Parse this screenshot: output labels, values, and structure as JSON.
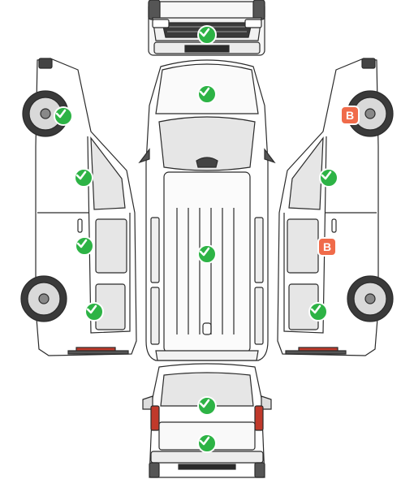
{
  "colors": {
    "ok": "#2db345",
    "damage": "#f06b4a",
    "outline": "#2b2b2b",
    "glass": "#e6e6e6",
    "taillight": "#c0392b"
  },
  "damage_label": "B",
  "markers": [
    {
      "id": "front-bumper",
      "status": "ok"
    },
    {
      "id": "left-front-wheel",
      "status": "ok"
    },
    {
      "id": "left-front-door",
      "status": "ok"
    },
    {
      "id": "left-sliding-door",
      "status": "ok"
    },
    {
      "id": "left-rear-panel",
      "status": "ok"
    },
    {
      "id": "roof-hood",
      "status": "ok"
    },
    {
      "id": "roof-center",
      "status": "ok"
    },
    {
      "id": "right-front-wheel",
      "status": "damage"
    },
    {
      "id": "right-front-door",
      "status": "ok"
    },
    {
      "id": "right-sliding-door",
      "status": "damage"
    },
    {
      "id": "right-rear-panel",
      "status": "ok"
    },
    {
      "id": "rear-window",
      "status": "ok"
    },
    {
      "id": "rear-bumper",
      "status": "ok"
    }
  ]
}
